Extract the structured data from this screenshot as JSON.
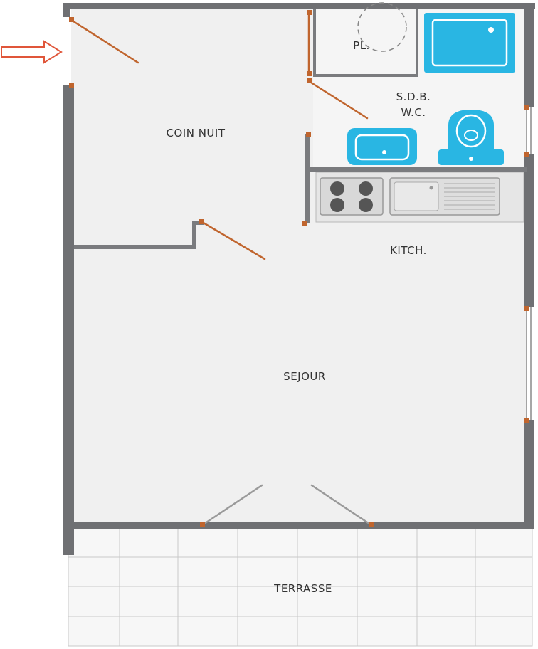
{
  "plan": {
    "rooms": {
      "coin_nuit": "COIN NUIT",
      "placard": "PL.",
      "sdb": "S.D.B.",
      "wc": "W.C.",
      "kitchen": "KITCH.",
      "sejour": "SEJOUR",
      "terrasse": "TERRASSE"
    },
    "colors": {
      "wall": "#6f7073",
      "floor": "#f0f0f0",
      "door": "#c0652e",
      "fixture": "#29b6e3",
      "entry_arrow": "#e0563a"
    },
    "icons": [
      "entry-arrow-icon",
      "door-swing-icon",
      "shower-icon",
      "toilet-icon",
      "sink-icon",
      "cooktop-icon",
      "kitchen-sink-icon"
    ]
  }
}
